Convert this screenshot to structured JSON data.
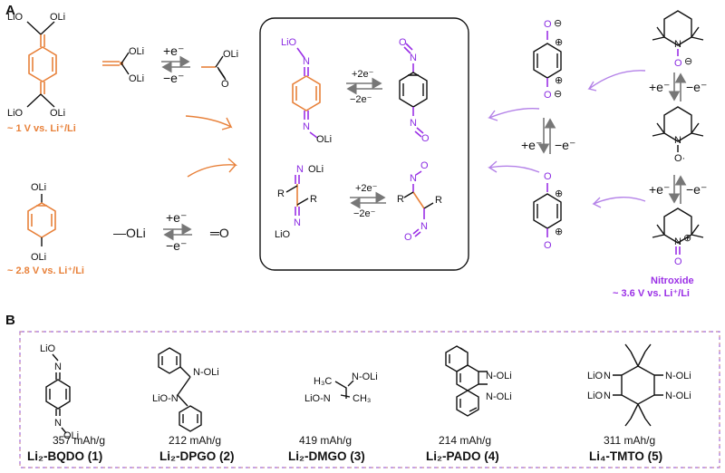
{
  "panels": {
    "a": "A",
    "b": "B"
  },
  "colors": {
    "orange": "#e8813a",
    "purple": "#9b30e6",
    "gray": "#777777",
    "dashed_purple": "#a46bd8",
    "dashed_orange": "#e0a070"
  },
  "panel_a": {
    "quinoid": {
      "top_left": "LiO",
      "top_right": "OLi",
      "bottom_left": "LiO",
      "bottom_right": "OLi",
      "voltage": "~ 1 V vs. Li⁺/Li"
    },
    "enolate": {
      "plus": "+e⁻",
      "minus": "−e⁻",
      "left_top": "OLi",
      "left_bottom": "OLi",
      "right_top": "OLi",
      "right_bottom": "O"
    },
    "hydroquinone": {
      "top": "OLi",
      "bottom": "OLi",
      "voltage": "~ 2.8 V vs. Li⁺/Li",
      "left": "—OLi",
      "right": "═O",
      "plus": "+e⁻",
      "minus": "−e⁻"
    },
    "center_box": {
      "bqdo_reduced_top": "LiO",
      "bqdo_reduced_n1": "N",
      "bqdo_reduced_n2": "N",
      "bqdo_reduced_bottom": "OLi",
      "plus2": "+2e⁻",
      "minus2": "−2e⁻",
      "bqdo_ox_o1": "O",
      "bqdo_ox_n1": "N",
      "bqdo_ox_n2": "N",
      "bqdo_ox_o2": "O",
      "glyox_top": "OLi",
      "glyox_bottom": "LiO",
      "r_left": "R",
      "r_right": "R",
      "glyox_plus": "+2e⁻",
      "glyox_minus": "−2e⁻",
      "glyox_ox_o1": "O",
      "glyox_ox_o2": "O"
    },
    "pyrazine": {
      "top_o_minus": "O",
      "top_minus": "⊖",
      "n_plus": "⊕",
      "plus": "+e⁻",
      "minus": "−e⁻"
    },
    "tempo": {
      "o_minus": "O",
      "minus": "⊖",
      "n": "N",
      "o_radical": "O·",
      "n_plus": "⊕",
      "o_plus": "O",
      "plus": "+e⁻",
      "minus_e": "−e⁻",
      "label": "Nitroxide",
      "voltage": "~ 3.6 V vs. Li⁺/Li"
    }
  },
  "panel_b": {
    "compounds": [
      {
        "capacity": "357 mAh/g",
        "name": "Li₂-BQDO (1)",
        "sub_top": "LiO",
        "sub_bottom": "OLi",
        "n": "N"
      },
      {
        "capacity": "212 mAh/g",
        "name": "Li₂-DPGO (2)",
        "sub_top": "N-OLi",
        "sub_bottom": "LiO-N"
      },
      {
        "capacity": "419 mAh/g",
        "name": "Li₂-DMGO (3)",
        "sub_top": "N-OLi",
        "sub_bottom": "LiO-N",
        "me1": "H₃C",
        "me2": "CH₃"
      },
      {
        "capacity": "214 mAh/g",
        "name": "Li₂-PADO (4)",
        "sub_top": "N-OLi",
        "sub_bottom": "N-OLi"
      },
      {
        "capacity": "311 mAh/g",
        "name": "Li₄-TMTO (5)",
        "sub_tl": "LiO",
        "sub_bl": "LiO",
        "sub_tr": "N-OLi",
        "sub_br": "N-OLi",
        "n": "N"
      }
    ]
  }
}
